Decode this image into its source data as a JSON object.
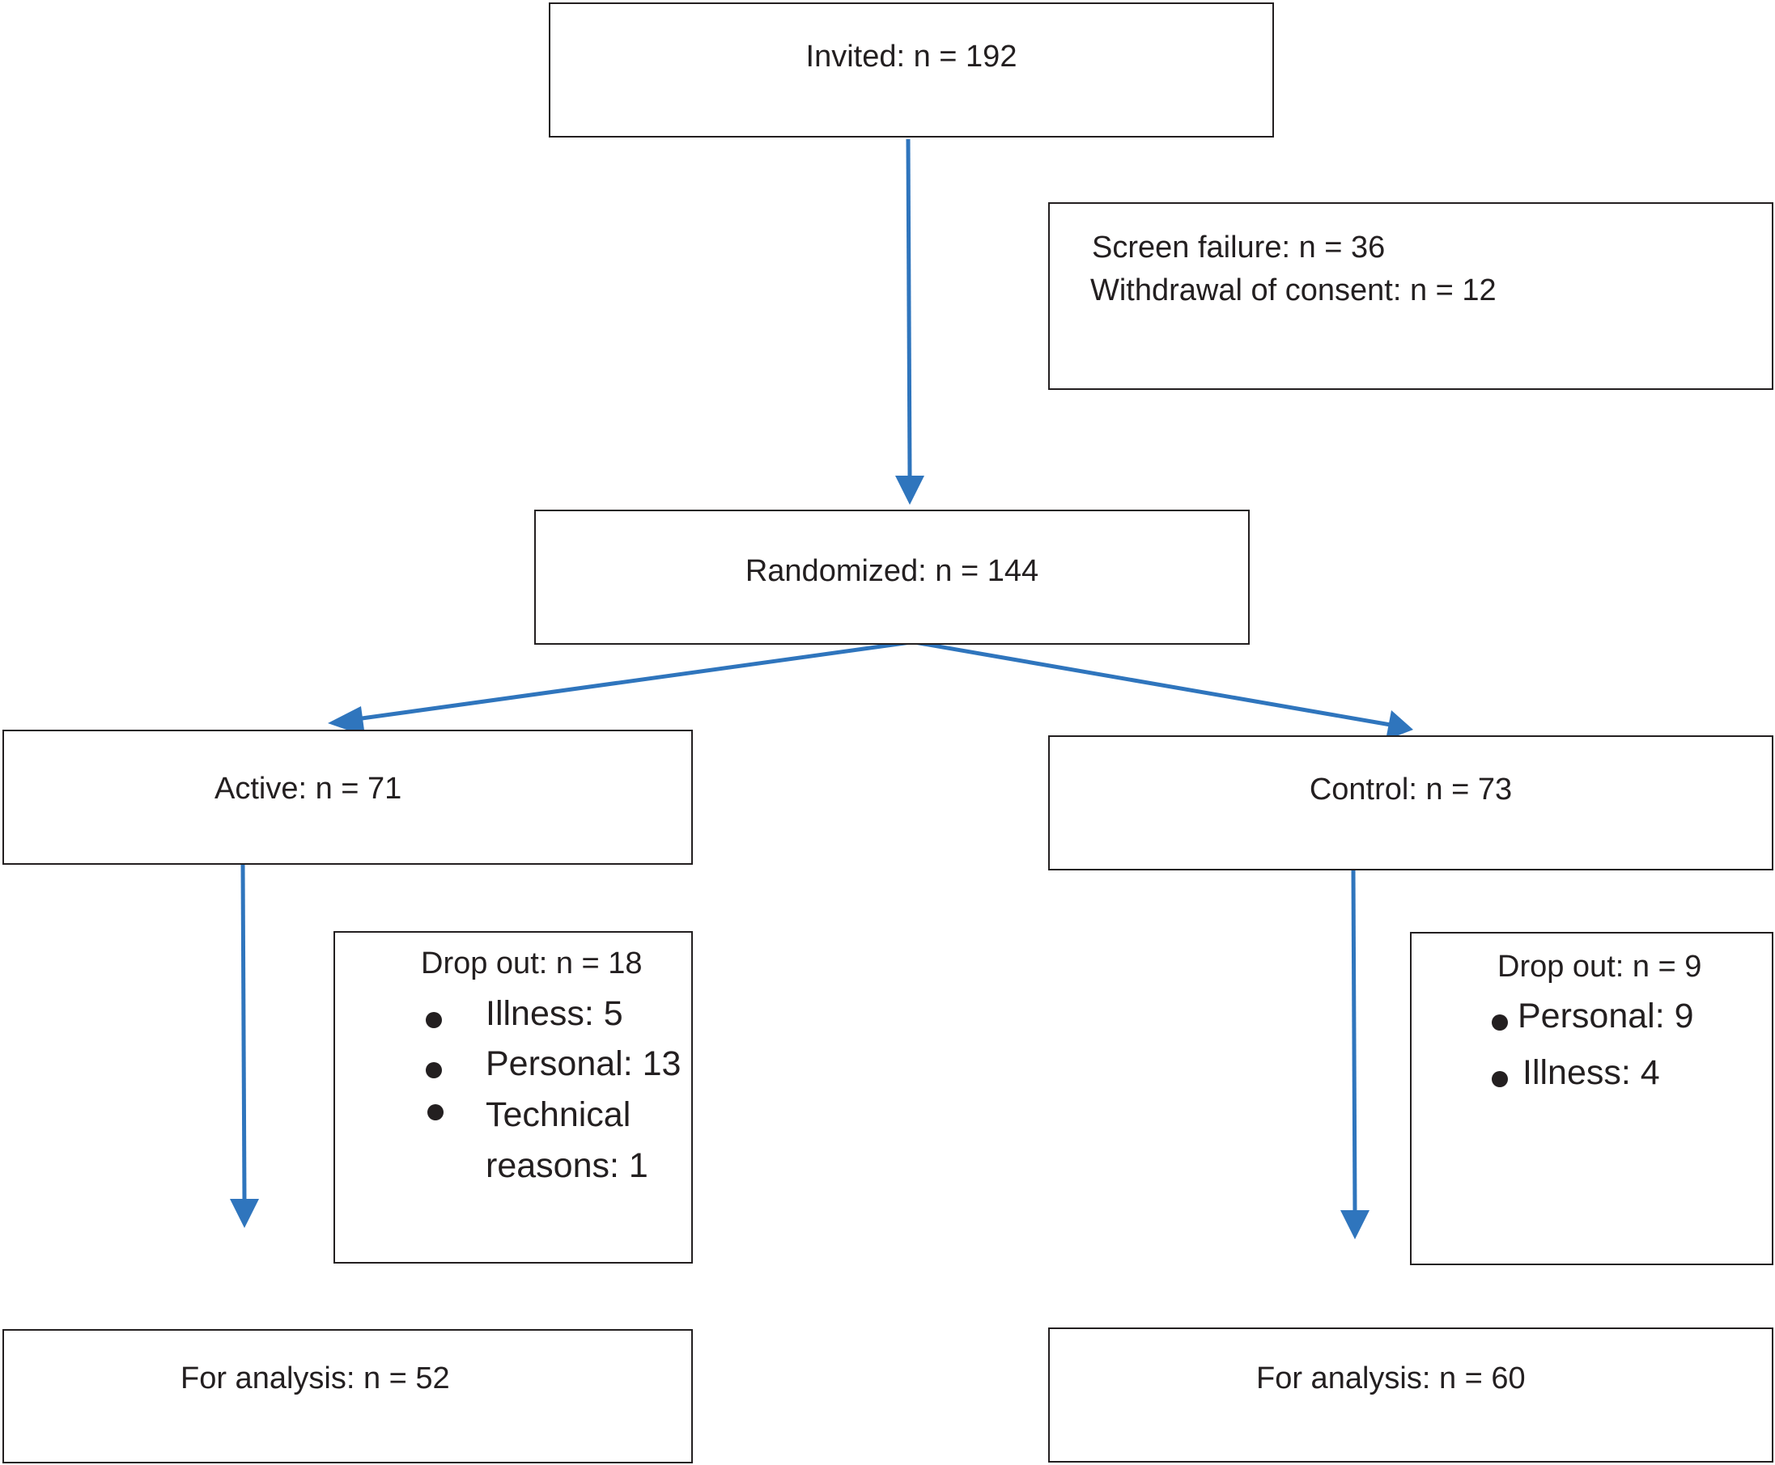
{
  "invited": {
    "label": "Invited: n = 192"
  },
  "exclusions": {
    "lines": [
      "Screen failure: n = 36",
      "Withdrawal of consent: n = 12"
    ]
  },
  "randomized": {
    "label": "Randomized: n = 144"
  },
  "active": {
    "label": "Active: n = 71",
    "dropout": {
      "title": "Drop out: n = 18",
      "items": [
        "Illness: 5",
        "Personal: 13",
        "Technical",
        "reasons: 1"
      ]
    },
    "analysis": "For analysis:  n = 52"
  },
  "control": {
    "label": "Control: n = 73",
    "dropout": {
      "title": "Drop out: n = 9",
      "items": [
        "Personal: 9",
        "Illness: 4"
      ]
    },
    "analysis": "For analysis:  n = 60"
  },
  "colors": {
    "arrow": "#2f75bd",
    "border": "#231f20"
  }
}
